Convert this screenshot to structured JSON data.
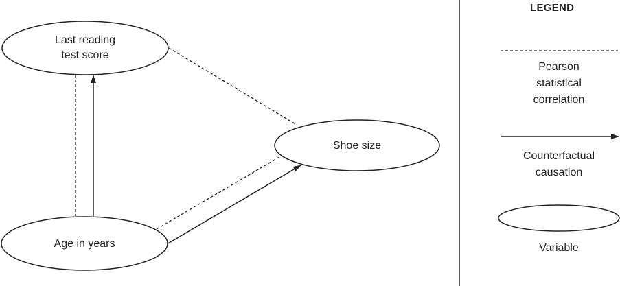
{
  "nodes": {
    "reading": "Last reading\ntest score",
    "shoe": "Shoe size",
    "age": "Age in years"
  },
  "legend": {
    "title": "LEGEND",
    "correlation": "Pearson\nstatistical\ncorrelation",
    "causation": "Counterfactual\ncausation",
    "variable": "Variable"
  },
  "colors": {
    "stroke": "#222222",
    "background": "#ffffff"
  }
}
